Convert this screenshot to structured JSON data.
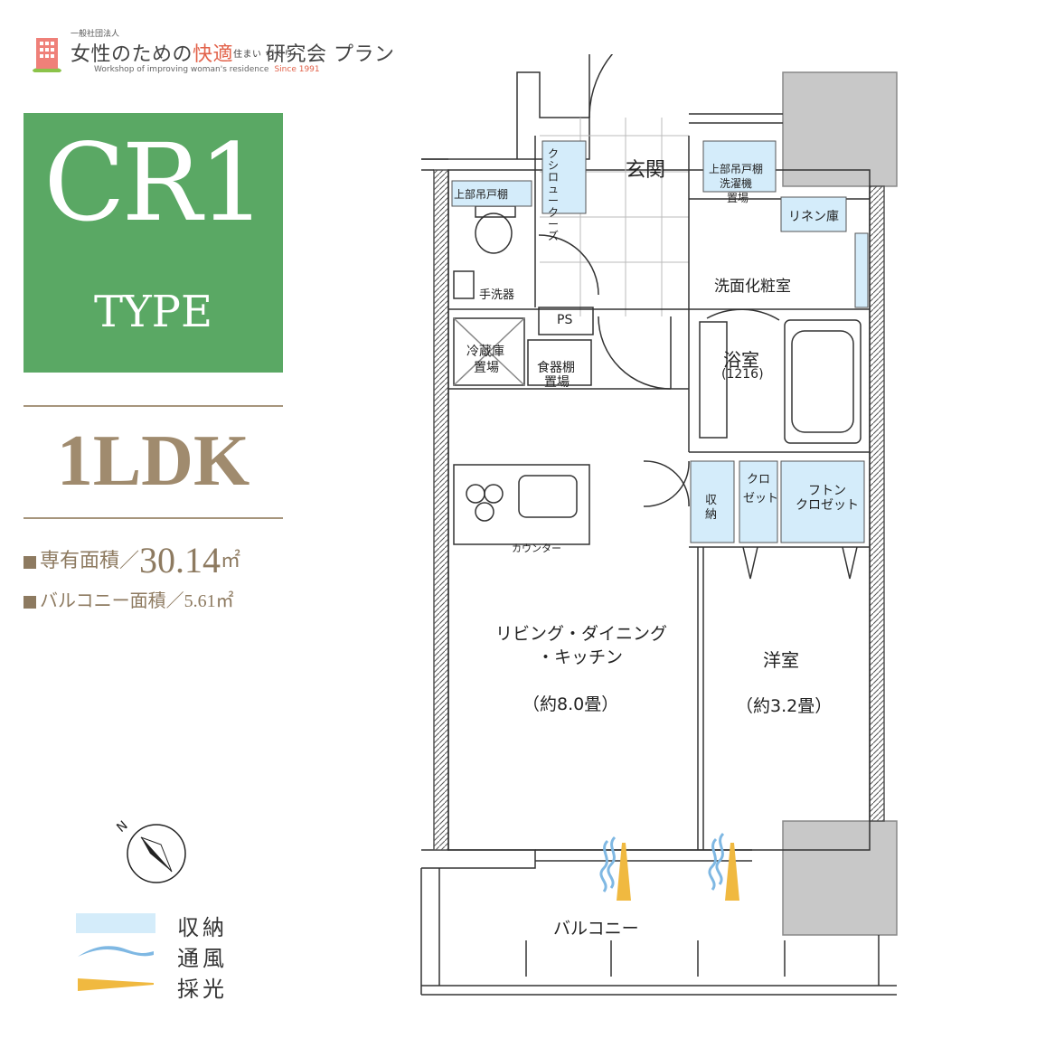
{
  "header": {
    "org_prefix": "一般社団法人",
    "title_part1": "女性のための",
    "title_accent": "快適",
    "title_small": "住まい づくり",
    "title_part2": "研究会",
    "title_plan": "プラン",
    "subtitle_en": "Workshop of improving woman's residence",
    "since": "Since 1991"
  },
  "type_panel": {
    "name": "CR1",
    "label": "TYPE"
  },
  "layout": "1LDK",
  "areas": {
    "exclusive_label": "専有面積／",
    "exclusive_value": "30.14",
    "exclusive_unit": "㎡",
    "balcony_label": "バルコニー面積／5.61㎡"
  },
  "legend": {
    "storage": "収納",
    "ventilation": "通風",
    "daylight": "採光"
  },
  "colors": {
    "accent_green": "#5aa864",
    "accent_brown": "#a08b6e",
    "storage_blue": "#d4ecfa",
    "wind_blue": "#7fb8e3",
    "light_yellow": "#f0b940",
    "wall_gray": "#c8c8c8"
  },
  "plan": {
    "entrance": "玄関",
    "cloak": [
      "ク",
      "シ",
      "ロ",
      "ュ",
      "ー",
      "ク",
      "ー",
      "ズ"
    ],
    "upper_shelf_left": "上部吊戸棚",
    "upper_shelf_right": "上部吊戸棚",
    "washer": "洗濯機",
    "washer_place": "置場",
    "linen": "リネン庫",
    "washroom": "洗面化粧室",
    "hand_wash": "手洗器",
    "ps": "PS",
    "fridge": "冷蔵庫",
    "fridge_place": "置場",
    "dish": "食器棚",
    "dish_place": "置場",
    "bath": "浴室",
    "bath_size": "(1216)",
    "counter": "カウンター",
    "storage1": "収",
    "storage2": "納",
    "closet1": "クロ",
    "closet2": "ゼット",
    "futon1": "フトン",
    "futon2": "クロゼット",
    "ldk1": "リビング・ダイニング",
    "ldk2": "・キッチン",
    "ldk_size": "（約8.0畳）",
    "western": "洋室",
    "western_size": "（約3.2畳）",
    "balcony": "バルコニー"
  },
  "compass": {
    "north": "N"
  }
}
